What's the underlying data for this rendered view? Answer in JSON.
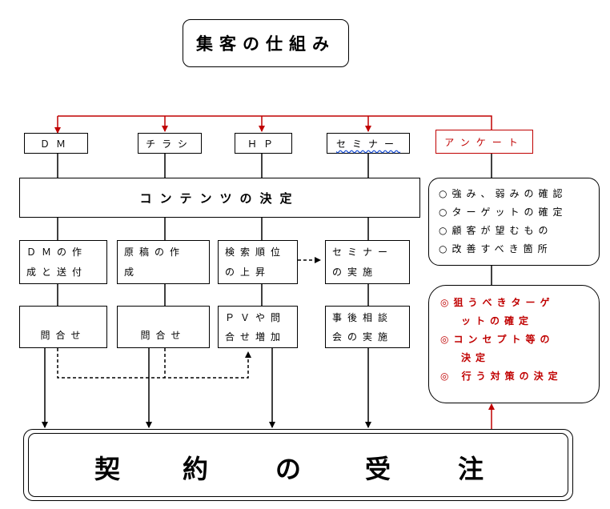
{
  "title": "集客の仕組み",
  "channels": [
    {
      "id": "dm",
      "label": "ＤＭ"
    },
    {
      "id": "flyer",
      "label": "チラシ"
    },
    {
      "id": "hp",
      "label": "ＨＰ"
    },
    {
      "id": "seminar",
      "label": "セミナー"
    },
    {
      "id": "survey",
      "label": "アンケート"
    }
  ],
  "content_decision": "コンテンツの決定",
  "actions": [
    {
      "id": "dm",
      "lines": [
        "ＤＭの作",
        "成と送付"
      ]
    },
    {
      "id": "flyer",
      "lines": [
        "原稿の作",
        "成"
      ]
    },
    {
      "id": "hp",
      "lines": [
        "検索順位",
        "の上昇"
      ]
    },
    {
      "id": "seminar",
      "lines": [
        "セミナー",
        "の実施"
      ]
    }
  ],
  "results": [
    {
      "id": "dm",
      "lines": [
        "問合せ"
      ]
    },
    {
      "id": "flyer",
      "lines": [
        "問合せ"
      ]
    },
    {
      "id": "hp",
      "lines": [
        "ＰＶや問",
        "合せ増加"
      ]
    },
    {
      "id": "seminar",
      "lines": [
        "事後相談",
        "会の実施"
      ]
    }
  ],
  "survey_checks": [
    "○強み、弱みの確認",
    "○ターゲットの確定",
    "○顧客が望むもの",
    "○改善すべき箇所"
  ],
  "survey_outcomes": [
    "◎狙うべきターゲ",
    "ットの確定",
    "◎コンセプト等の",
    "決定",
    "◎ 行う対策の決定"
  ],
  "contract": [
    "契",
    "約",
    "の",
    "受",
    "注"
  ],
  "colors": {
    "accent_red": "#c00000",
    "line": "#000000",
    "spell_underline": "#1a4fd6"
  }
}
